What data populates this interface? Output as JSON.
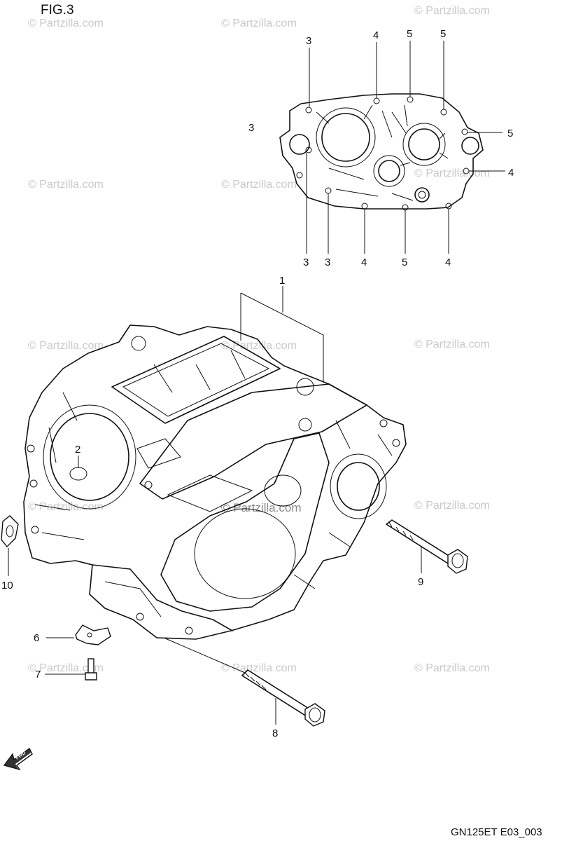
{
  "figure_label": "FIG.3",
  "drawing_code": "GN125ET E03_003",
  "watermark": "© Partzilla.com",
  "arrow_label": "FWD",
  "callouts": {
    "c1": "1",
    "c2": "2",
    "c3a": "3",
    "c3b": "3",
    "c3c": "3",
    "c3d": "3",
    "c4a": "4",
    "c4b": "4",
    "c4c": "4",
    "c4d": "4",
    "c5a": "5",
    "c5b": "5",
    "c5c": "5",
    "c5d": "5",
    "c6": "6",
    "c7": "7",
    "c8": "8",
    "c9": "9",
    "c10": "10"
  }
}
